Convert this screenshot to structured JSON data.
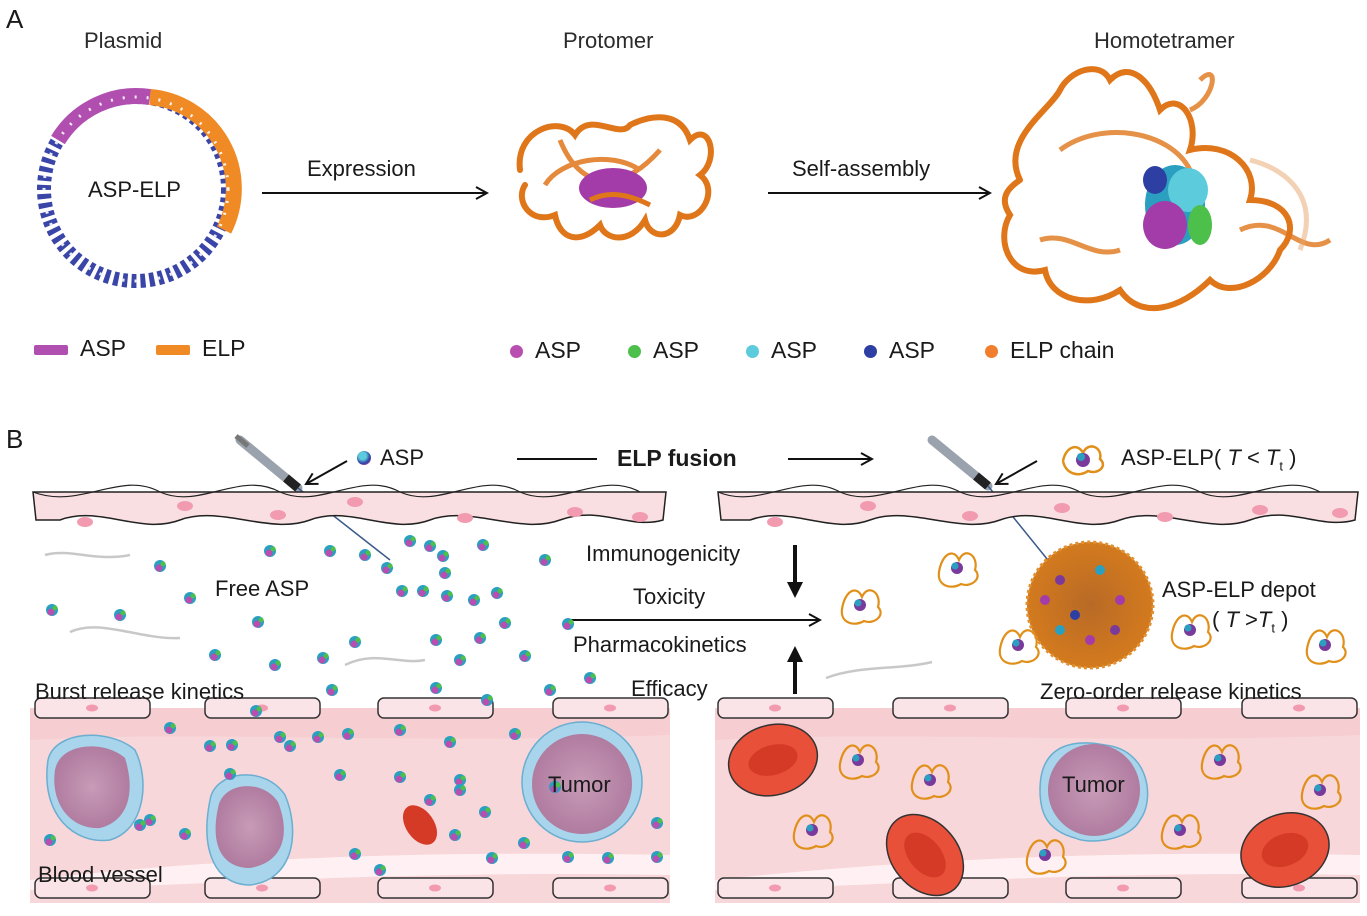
{
  "panel_a": {
    "letter": "A",
    "plasmid_title": "Plasmid",
    "plasmid_label": "ASP-ELP",
    "expression_label": "Expression",
    "protomer_title": "Protomer",
    "self_assembly_label": "Self-assembly",
    "homotetramer_title": "Homotetramer",
    "plasmid_legend": [
      {
        "label": "ASP",
        "color": "#b04fb0"
      },
      {
        "label": "ELP",
        "color": "#f08a24"
      }
    ],
    "structure_legend": [
      {
        "label": "ASP",
        "color": "#b84fb0"
      },
      {
        "label": "ASP",
        "color": "#4cc04a"
      },
      {
        "label": "ASP",
        "color": "#5ccbdc"
      },
      {
        "label": "ASP",
        "color": "#2e3fa4"
      },
      {
        "label": "ELP chain",
        "color": "#f07e2c"
      }
    ]
  },
  "panel_b": {
    "letter": "B",
    "asp_label": "ASP",
    "fusion_label": "ELP fusion",
    "asp_elp_label_prefix": "ASP-ELP( ",
    "asp_elp_T": "T",
    "asp_elp_lt": " < ",
    "asp_elp_Tt": "T",
    "asp_elp_sub": "t",
    "asp_elp_suffix": " )",
    "free_asp_label": "Free ASP",
    "depot_label": "ASP-ELP depot",
    "depot_cond_open": "( ",
    "depot_T": "T",
    "depot_gt": " >",
    "depot_Tt": "T",
    "depot_sub": "t",
    "depot_close": " )",
    "properties": [
      "Immunogenicity",
      "Toxicity",
      "Pharmacokinetics",
      "Efficacy"
    ],
    "burst_label": "Burst release kinetics",
    "zero_order_label": "Zero-order release kinetics",
    "blood_vessel_label": "Blood vessel",
    "tumor_label_left": "Tumor",
    "tumor_label_right": "Tumor"
  },
  "colors": {
    "asp_purple": "#b04fb0",
    "elp_orange": "#f08a24",
    "dna_blue": "#3a45a8",
    "skin_pink": "#f9dfe2",
    "vessel_pink": "#f8d7da",
    "rbc_red": "#e8503a",
    "tumor_purple": "#c59ab4",
    "tumor_blue": "#a8d4ec"
  }
}
